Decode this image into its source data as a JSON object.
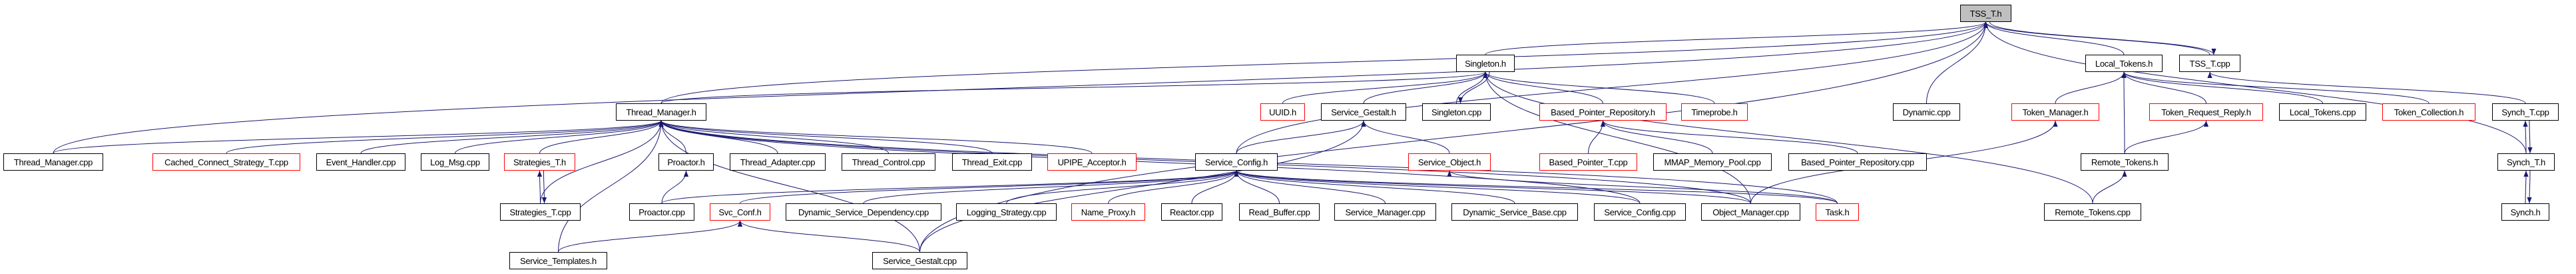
{
  "graph": {
    "focus": "TSS_T.h",
    "edge_color": "#191970",
    "incomplete_border_color": "#ff0000",
    "nodes": [
      {
        "label": "TSS_T.h",
        "focus": true
      },
      {
        "label": "Singleton.h"
      },
      {
        "label": "Local_Tokens.h"
      },
      {
        "label": "TSS_T.cpp"
      },
      {
        "label": "Thread_Manager.h"
      },
      {
        "label": "UUID.h",
        "red": true
      },
      {
        "label": "Service_Gestalt.h"
      },
      {
        "label": "Singleton.cpp"
      },
      {
        "label": "Based_Pointer_Repository.h",
        "red": true
      },
      {
        "label": "Timeprobe.h",
        "red": true
      },
      {
        "label": "Dynamic.cpp"
      },
      {
        "label": "Token_Manager.h",
        "red": true
      },
      {
        "label": "Token_Request_Reply.h",
        "red": true
      },
      {
        "label": "Local_Tokens.cpp"
      },
      {
        "label": "Token_Collection.h",
        "red": true
      },
      {
        "label": "Synch_T.cpp"
      },
      {
        "label": "Thread_Manager.cpp"
      },
      {
        "label": "Cached_Connect_Strategy_T.cpp",
        "red": true
      },
      {
        "label": "Event_Handler.cpp"
      },
      {
        "label": "Log_Msg.cpp"
      },
      {
        "label": "Strategies_T.h",
        "red": true
      },
      {
        "label": "Proactor.h"
      },
      {
        "label": "Thread_Adapter.cpp"
      },
      {
        "label": "Thread_Control.cpp"
      },
      {
        "label": "Thread_Exit.cpp"
      },
      {
        "label": "UPIPE_Acceptor.h",
        "red": true
      },
      {
        "label": "Service_Config.h"
      },
      {
        "label": "Service_Object.h",
        "red": true
      },
      {
        "label": "Based_Pointer_T.cpp",
        "red": true
      },
      {
        "label": "MMAP_Memory_Pool.cpp"
      },
      {
        "label": "Based_Pointer_Repository.cpp"
      },
      {
        "label": "Remote_Tokens.h"
      },
      {
        "label": "Synch_T.h"
      },
      {
        "label": "Strategies_T.cpp"
      },
      {
        "label": "Proactor.cpp"
      },
      {
        "label": "Svc_Conf.h",
        "red": true
      },
      {
        "label": "Dynamic_Service_Dependency.cpp"
      },
      {
        "label": "Logging_Strategy.cpp"
      },
      {
        "label": "Name_Proxy.h",
        "red": true
      },
      {
        "label": "Reactor.cpp"
      },
      {
        "label": "Read_Buffer.cpp"
      },
      {
        "label": "Service_Manager.cpp"
      },
      {
        "label": "Dynamic_Service_Base.cpp"
      },
      {
        "label": "Service_Config.cpp"
      },
      {
        "label": "Object_Manager.cpp"
      },
      {
        "label": "Task.h",
        "red": true
      },
      {
        "label": "Remote_Tokens.cpp"
      },
      {
        "label": "Synch.h"
      },
      {
        "label": "Service_Templates.h"
      },
      {
        "label": "Service_Gestalt.cpp"
      }
    ],
    "edges": [
      [
        "Singleton.h",
        "TSS_T.h"
      ],
      [
        "Local_Tokens.h",
        "TSS_T.h"
      ],
      [
        "TSS_T.cpp",
        "TSS_T.h"
      ],
      [
        "TSS_T.h",
        "TSS_T.cpp"
      ],
      [
        "Dynamic.cpp",
        "TSS_T.h"
      ],
      [
        "Synch_T.h",
        "TSS_T.h"
      ],
      [
        "Thread_Manager.h",
        "TSS_T.h"
      ],
      [
        "Thread_Manager.cpp",
        "TSS_T.h"
      ],
      [
        "Service_Gestalt.cpp",
        "TSS_T.h"
      ],
      [
        "Service_Config.h",
        "TSS_T.h"
      ],
      [
        "Thread_Manager.h",
        "Singleton.h"
      ],
      [
        "UUID.h",
        "Singleton.h"
      ],
      [
        "Service_Gestalt.h",
        "Singleton.h"
      ],
      [
        "Singleton.cpp",
        "Singleton.h"
      ],
      [
        "Singleton.h",
        "Singleton.cpp"
      ],
      [
        "Based_Pointer_Repository.h",
        "Singleton.h"
      ],
      [
        "Timeprobe.h",
        "Singleton.h"
      ],
      [
        "Remote_Tokens.cpp",
        "Singleton.h"
      ],
      [
        "Object_Manager.cpp",
        "Singleton.h"
      ],
      [
        "Thread_Manager.cpp",
        "Thread_Manager.h"
      ],
      [
        "Cached_Connect_Strategy_T.cpp",
        "Thread_Manager.h"
      ],
      [
        "Event_Handler.cpp",
        "Thread_Manager.h"
      ],
      [
        "Log_Msg.cpp",
        "Thread_Manager.h"
      ],
      [
        "Strategies_T.h",
        "Thread_Manager.h"
      ],
      [
        "Strategies_T.cpp",
        "Thread_Manager.h"
      ],
      [
        "Proactor.h",
        "Thread_Manager.h"
      ],
      [
        "Thread_Adapter.cpp",
        "Thread_Manager.h"
      ],
      [
        "Thread_Control.cpp",
        "Thread_Manager.h"
      ],
      [
        "Thread_Exit.cpp",
        "Thread_Manager.h"
      ],
      [
        "UPIPE_Acceptor.h",
        "Thread_Manager.h"
      ],
      [
        "Service_Templates.h",
        "Thread_Manager.h"
      ],
      [
        "Service_Gestalt.cpp",
        "Thread_Manager.h"
      ],
      [
        "Task.h",
        "Thread_Manager.h"
      ],
      [
        "Object_Manager.cpp",
        "Thread_Manager.h"
      ],
      [
        "Service_Config.cpp",
        "Thread_Manager.h"
      ],
      [
        "Strategies_T.cpp",
        "Strategies_T.h"
      ],
      [
        "Strategies_T.h",
        "Strategies_T.cpp"
      ],
      [
        "Proactor.cpp",
        "Proactor.h"
      ],
      [
        "Service_Templates.h",
        "Svc_Conf.h"
      ],
      [
        "Service_Gestalt.cpp",
        "Svc_Conf.h"
      ],
      [
        "Proactor.cpp",
        "Service_Config.h"
      ],
      [
        "Svc_Conf.h",
        "Service_Config.h"
      ],
      [
        "Dynamic_Service_Dependency.cpp",
        "Service_Config.h"
      ],
      [
        "Logging_Strategy.cpp",
        "Service_Config.h"
      ],
      [
        "Name_Proxy.h",
        "Service_Config.h"
      ],
      [
        "Reactor.cpp",
        "Service_Config.h"
      ],
      [
        "Read_Buffer.cpp",
        "Service_Config.h"
      ],
      [
        "Service_Manager.cpp",
        "Service_Config.h"
      ],
      [
        "Dynamic_Service_Base.cpp",
        "Service_Config.h"
      ],
      [
        "Service_Config.cpp",
        "Service_Config.h"
      ],
      [
        "Object_Manager.cpp",
        "Service_Config.h"
      ],
      [
        "Task.h",
        "Service_Config.h"
      ],
      [
        "Service_Config.h",
        "Service_Gestalt.h"
      ],
      [
        "Service_Object.h",
        "Service_Gestalt.h"
      ],
      [
        "Service_Gestalt.cpp",
        "Service_Gestalt.h"
      ],
      [
        "Task.h",
        "Service_Object.h"
      ],
      [
        "Based_Pointer_T.cpp",
        "Based_Pointer_Repository.h"
      ],
      [
        "MMAP_Memory_Pool.cpp",
        "Based_Pointer_Repository.h"
      ],
      [
        "Based_Pointer_Repository.cpp",
        "Based_Pointer_Repository.h"
      ],
      [
        "Token_Manager.h",
        "Local_Tokens.h"
      ],
      [
        "Remote_Tokens.h",
        "Local_Tokens.h"
      ],
      [
        "Token_Request_Reply.h",
        "Local_Tokens.h"
      ],
      [
        "Local_Tokens.cpp",
        "Local_Tokens.h"
      ],
      [
        "Token_Collection.h",
        "Local_Tokens.h"
      ],
      [
        "Synch_T.cpp",
        "TSS_T.cpp"
      ],
      [
        "Object_Manager.cpp",
        "Token_Manager.h"
      ],
      [
        "Remote_Tokens.h",
        "Token_Request_Reply.h"
      ],
      [
        "Remote_Tokens.cpp",
        "Remote_Tokens.h"
      ],
      [
        "Synch_T.h",
        "Synch_T.cpp"
      ],
      [
        "Synch_T.cpp",
        "Synch_T.h"
      ],
      [
        "Synch.h",
        "Synch_T.h"
      ],
      [
        "Synch_T.h",
        "Synch.h"
      ]
    ]
  }
}
